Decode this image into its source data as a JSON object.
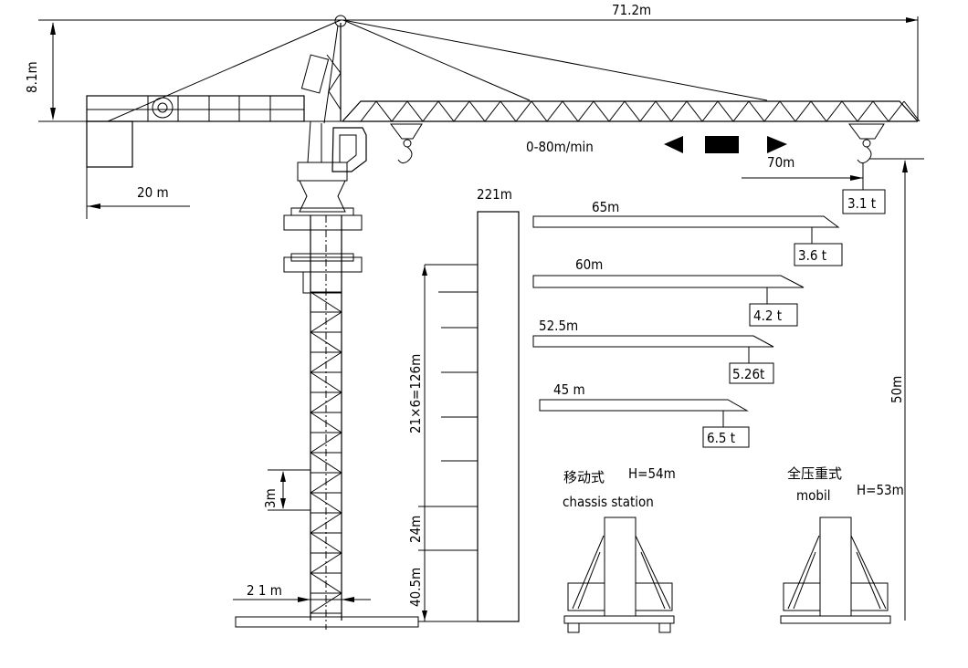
{
  "dimensions": {
    "total_length": "71.2m",
    "head_height": "8.1m",
    "counter_jib": "20  m",
    "max_height": "221m",
    "trolley_speed": "0-80m/min",
    "jib_radius": "70m",
    "hook_height": "50m",
    "mast_section": "3m",
    "mast_width": "2 1 m",
    "upper_sections": "21×6=126m",
    "middle_section": "24m",
    "base_section": "40.5m"
  },
  "load_chart": [
    {
      "radius": "70m",
      "load": "3.1 t"
    },
    {
      "radius": "65m",
      "load": "3.6 t"
    },
    {
      "radius": "60m",
      "load": "4.2 t"
    },
    {
      "radius": "52.5m",
      "load": "5.26t"
    },
    {
      "radius": "45  m",
      "load": "6.5 t"
    }
  ],
  "bases": [
    {
      "name_cn": "移动式",
      "height": "H=54m",
      "name_en": "chassis station"
    },
    {
      "name_cn": "全压重式",
      "height": "H=53m",
      "name_en": "mobil"
    }
  ]
}
